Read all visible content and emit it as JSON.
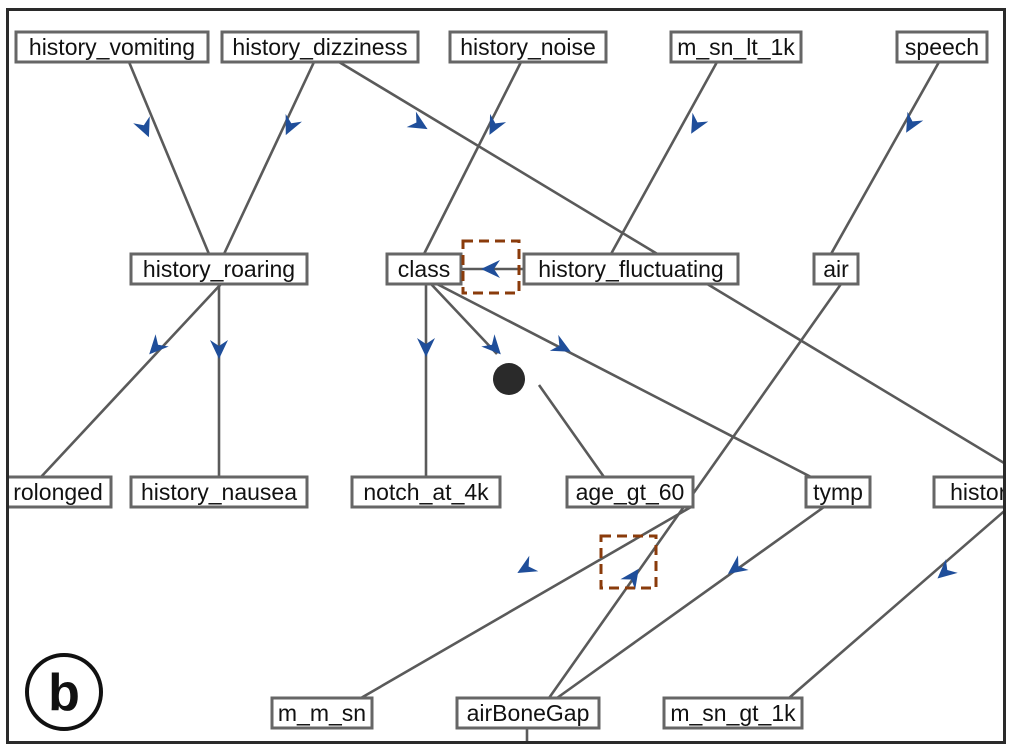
{
  "panel_label": "b",
  "nodes": {
    "history_vomiting": "history_vomiting",
    "history_dizziness": "history_dizziness",
    "history_noise": "history_noise",
    "m_sn_lt_1k": "m_sn_lt_1k",
    "speech": "speech",
    "history_roaring": "history_roaring",
    "class": "class",
    "history_fluctuating": "history_fluctuating",
    "air": "air",
    "prolonged": "rolonged",
    "history_nausea": "history_nausea",
    "notch_at_4k": "notch_at_4k",
    "age_gt_60": "age_gt_60",
    "tymp": "tymp",
    "history_right": "history",
    "m_m_sn": "m_m_sn",
    "airBoneGap": "airBoneGap",
    "m_sn_gt_1k": "m_sn_gt_1k"
  },
  "edges": [
    {
      "from": "history_vomiting",
      "to": "history_roaring"
    },
    {
      "from": "history_dizziness",
      "to": "history_roaring"
    },
    {
      "from": "history_dizziness",
      "to": "history_right"
    },
    {
      "from": "history_noise",
      "to": "class"
    },
    {
      "from": "m_sn_lt_1k",
      "to": "history_fluctuating"
    },
    {
      "from": "speech",
      "to": "air"
    },
    {
      "from": "history_roaring",
      "to": "prolonged"
    },
    {
      "from": "history_roaring",
      "to": "history_nausea"
    },
    {
      "from": "history_fluctuating",
      "to": "class",
      "highlighted": true
    },
    {
      "from": "class",
      "to": "notch_at_4k"
    },
    {
      "from": "class",
      "to": "age_gt_60"
    },
    {
      "from": "class",
      "to": "tymp"
    },
    {
      "from": "age_gt_60",
      "to": "m_m_sn"
    },
    {
      "from": "airBoneGap",
      "to": "air",
      "highlighted": true
    },
    {
      "from": "tymp",
      "to": "airBoneGap"
    },
    {
      "from": "history_right",
      "to": "m_sn_gt_1k"
    }
  ],
  "colors": {
    "arrow": "#1f4e9a",
    "highlight": "#8a3b0b",
    "edge": "#5a5a5a"
  }
}
